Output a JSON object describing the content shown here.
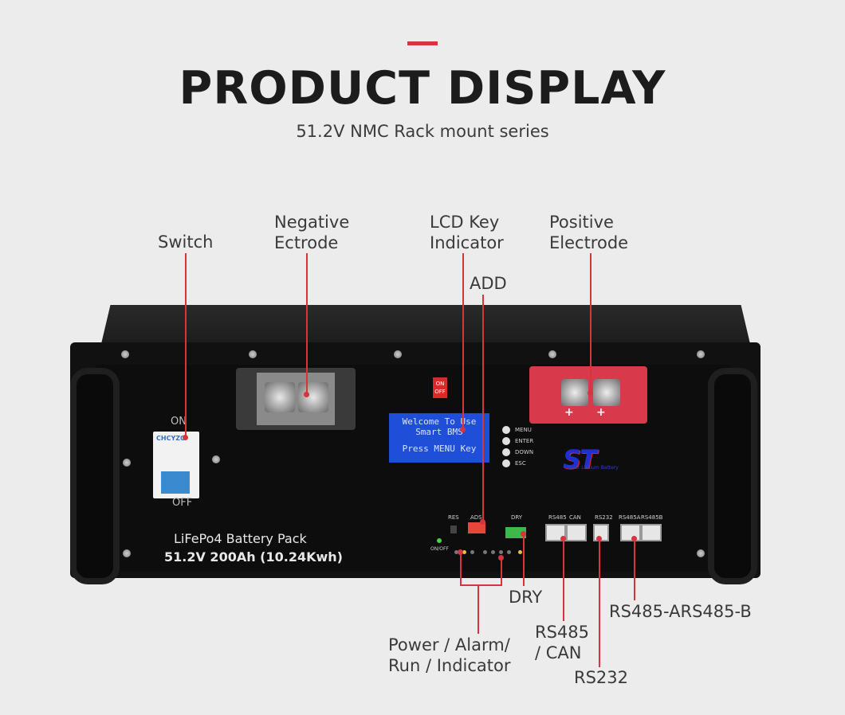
{
  "heading": {
    "title": "PRODUCT DISPLAY",
    "subtitle": "51.2V NMC Rack mount series"
  },
  "accent_color": "#d8343e",
  "callouts": {
    "switch": "Switch",
    "negative": "Negative\nEctrode",
    "lcd_key": "LCD Key\nIndicator",
    "add": "ADD",
    "positive": "Positive\nElectrode",
    "dry": "DRY",
    "rs485_ab": "RS485-ARS485-B",
    "power_indicator": "Power / Alarm/\nRun / Indicator",
    "rs485_can": "RS485\n/ CAN",
    "rs232": "RS232"
  },
  "product": {
    "breaker_on": "ON",
    "breaker_off": "OFF",
    "breaker_brand": "CHCYZO",
    "power_button": "ON\nOFF",
    "lcd_line1": "Welcome To Use",
    "lcd_line2": "Smart BMS",
    "lcd_line3": "Press MENU Key",
    "keys": [
      "MENU",
      "ENTER",
      "DOWN",
      "ESC"
    ],
    "logo": "ST",
    "logo_sub": "Solar Lithium Battery",
    "pack_name": "LiFePo4 Battery Pack",
    "pack_spec": "51.2V 200Ah  (10.24Kwh)",
    "port_labels": {
      "res": "RES",
      "ads": "ADS",
      "dry": "DRY",
      "rs485": "RS485",
      "can": "CAN",
      "rs232": "RS232",
      "rs485a": "RS485A",
      "rs485b": "RS485B",
      "onoff": "ON/OFF"
    }
  }
}
